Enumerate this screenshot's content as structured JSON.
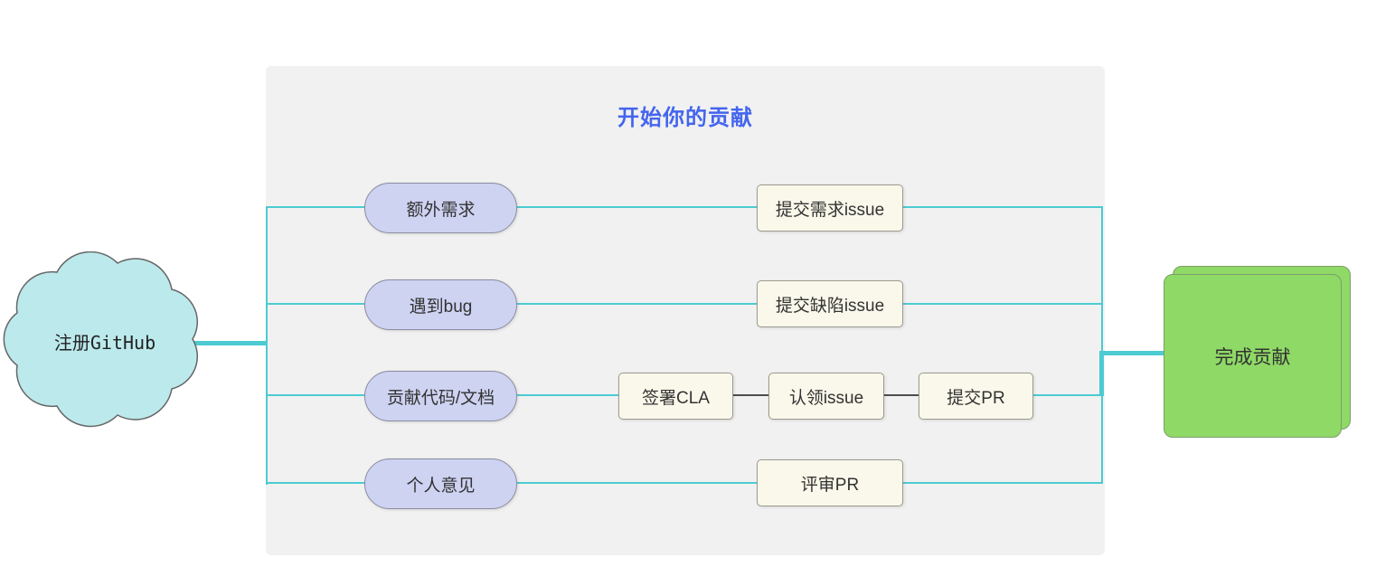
{
  "flow": {
    "title": "开始你的贡献",
    "start": {
      "label": "注册GitHub"
    },
    "end": {
      "label": "完成贡献"
    },
    "branches": [
      {
        "source": "额外需求",
        "steps": [
          "提交需求issue"
        ]
      },
      {
        "source": "遇到bug",
        "steps": [
          "提交缺陷issue"
        ]
      },
      {
        "source": "贡献代码/文档",
        "steps": [
          "签署CLA",
          "认领issue",
          "提交PR"
        ]
      },
      {
        "source": "个人意见",
        "steps": [
          "评审PR"
        ]
      }
    ],
    "colors": {
      "connector": "#4ccbd2",
      "connector_dark": "#4d4d4d",
      "title_text": "#4465ee",
      "panel_fill": "#f1f1f1",
      "start_fill": "#bce9ec",
      "source_fill": "#ced3f2",
      "step_fill": "#faf8ea",
      "end_fill": "#8fd966"
    }
  }
}
